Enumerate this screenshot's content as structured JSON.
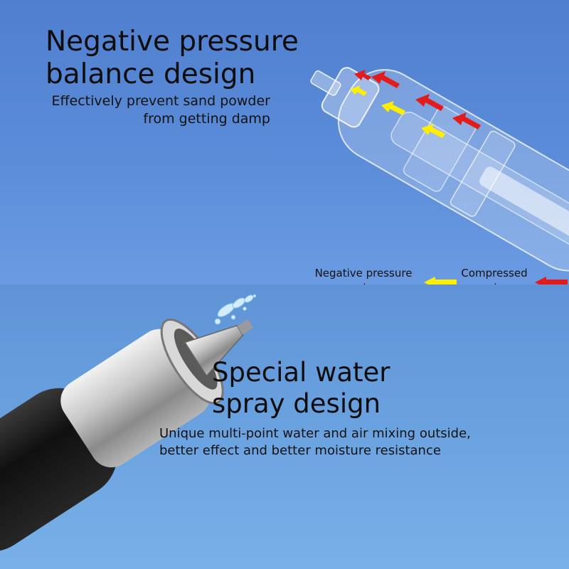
{
  "top_section": {
    "title_line1": "Negative pressure",
    "title_line2": "balance design",
    "subtitle_line1": "Effectively prevent sand powder",
    "subtitle_line2": "from getting damp"
  },
  "legend": {
    "negative_label_line1": "Negative pressure",
    "negative_label_line2": "air",
    "compressed_label_line1": "Compressed",
    "compressed_label_line2": "air",
    "negative_color": "#ffee00",
    "compressed_color": "#e41b1b"
  },
  "bottom_section": {
    "title_line1": "Special water",
    "title_line2": "spray design",
    "subtitle_line1": "Unique multi-point water and air mixing outside,",
    "subtitle_line2": "better effect and better moisture resistance"
  },
  "icons": {
    "arrow_negative": "yellow-left-arrow-icon",
    "arrow_compressed": "red-left-arrow-icon"
  }
}
